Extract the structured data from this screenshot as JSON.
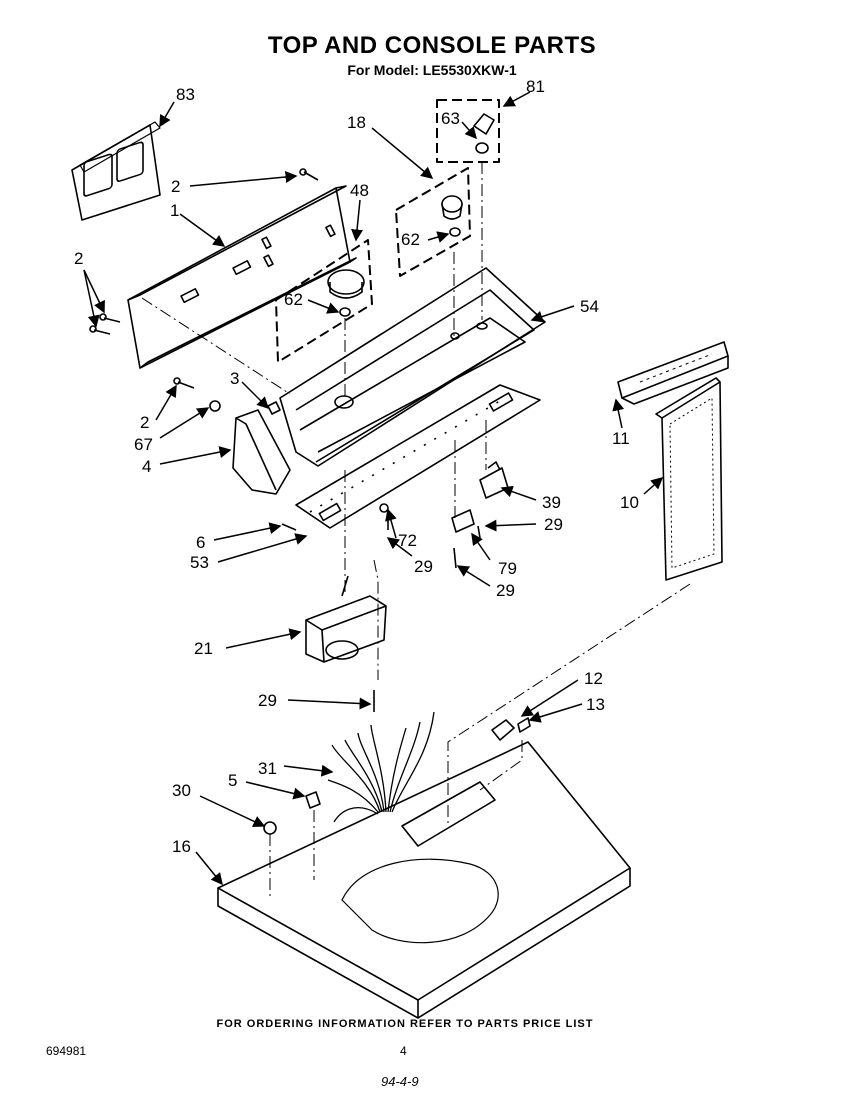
{
  "header": {
    "title": "TOP AND CONSOLE PARTS",
    "model_line": "For Model: LE5530XKW-1"
  },
  "footer": {
    "ordering_note": "FOR ORDERING INFORMATION REFER TO PARTS PRICE LIST",
    "document_number": "694981",
    "page_number": "4",
    "date_stamp": "94-4-9"
  },
  "callouts": [
    {
      "id": "83",
      "label": "83"
    },
    {
      "id": "81",
      "label": "81"
    },
    {
      "id": "18",
      "label": "18"
    },
    {
      "id": "63",
      "label": "63"
    },
    {
      "id": "2a",
      "label": "2"
    },
    {
      "id": "48",
      "label": "48"
    },
    {
      "id": "1",
      "label": "1"
    },
    {
      "id": "62a",
      "label": "62"
    },
    {
      "id": "2b",
      "label": "2"
    },
    {
      "id": "62b",
      "label": "62"
    },
    {
      "id": "54",
      "label": "54"
    },
    {
      "id": "3",
      "label": "3"
    },
    {
      "id": "2c",
      "label": "2"
    },
    {
      "id": "67",
      "label": "67"
    },
    {
      "id": "4",
      "label": "4"
    },
    {
      "id": "11",
      "label": "11"
    },
    {
      "id": "10",
      "label": "10"
    },
    {
      "id": "39",
      "label": "39"
    },
    {
      "id": "29a",
      "label": "29"
    },
    {
      "id": "6",
      "label": "6"
    },
    {
      "id": "72",
      "label": "72"
    },
    {
      "id": "53",
      "label": "53"
    },
    {
      "id": "29b",
      "label": "29"
    },
    {
      "id": "79",
      "label": "79"
    },
    {
      "id": "29c",
      "label": "29"
    },
    {
      "id": "21",
      "label": "21"
    },
    {
      "id": "29d",
      "label": "29"
    },
    {
      "id": "12",
      "label": "12"
    },
    {
      "id": "13",
      "label": "13"
    },
    {
      "id": "31",
      "label": "31"
    },
    {
      "id": "30",
      "label": "30"
    },
    {
      "id": "5",
      "label": "5"
    },
    {
      "id": "16",
      "label": "16"
    }
  ]
}
